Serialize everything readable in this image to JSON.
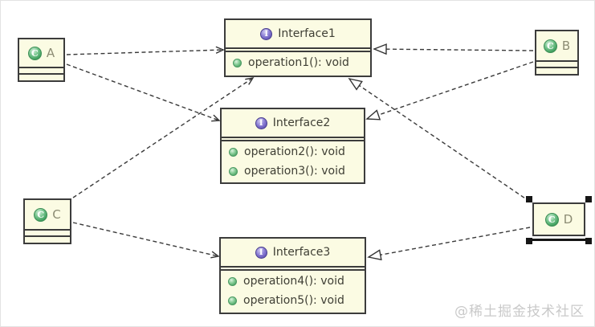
{
  "diagram": {
    "interfaces": [
      {
        "id": "Interface1",
        "name": "Interface1",
        "operations": [
          "operation1(): void"
        ]
      },
      {
        "id": "Interface2",
        "name": "Interface2",
        "operations": [
          "operation2(): void",
          "operation3(): void"
        ]
      },
      {
        "id": "Interface3",
        "name": "Interface3",
        "operations": [
          "operation4(): void",
          "operation5(): void"
        ]
      }
    ],
    "classes": [
      {
        "id": "A",
        "name": "A",
        "selected": false
      },
      {
        "id": "B",
        "name": "B",
        "selected": false
      },
      {
        "id": "C",
        "name": "C",
        "selected": false
      },
      {
        "id": "D",
        "name": "D",
        "selected": true
      }
    ],
    "relationships": [
      {
        "from": "A",
        "to": "Interface1",
        "type": "dependency"
      },
      {
        "from": "A",
        "to": "Interface2",
        "type": "dependency"
      },
      {
        "from": "B",
        "to": "Interface1",
        "type": "realization"
      },
      {
        "from": "B",
        "to": "Interface2",
        "type": "realization"
      },
      {
        "from": "C",
        "to": "Interface1",
        "type": "dependency"
      },
      {
        "from": "C",
        "to": "Interface3",
        "type": "dependency"
      },
      {
        "from": "D",
        "to": "Interface1",
        "type": "realization"
      },
      {
        "from": "D",
        "to": "Interface3",
        "type": "realization"
      }
    ]
  },
  "icons": {
    "interface_glyph": "I",
    "class_glyph": "C"
  },
  "colors": {
    "box_fill": "#fbfbe3",
    "box_border": "#3c3c3c",
    "interface_icon": "#7066c0",
    "class_icon": "#44a25e",
    "operation_icon": "#66b877",
    "connector": "#3a3a3a",
    "watermark": "#c9c9c9"
  },
  "watermark": "@稀土掘金技术社区"
}
